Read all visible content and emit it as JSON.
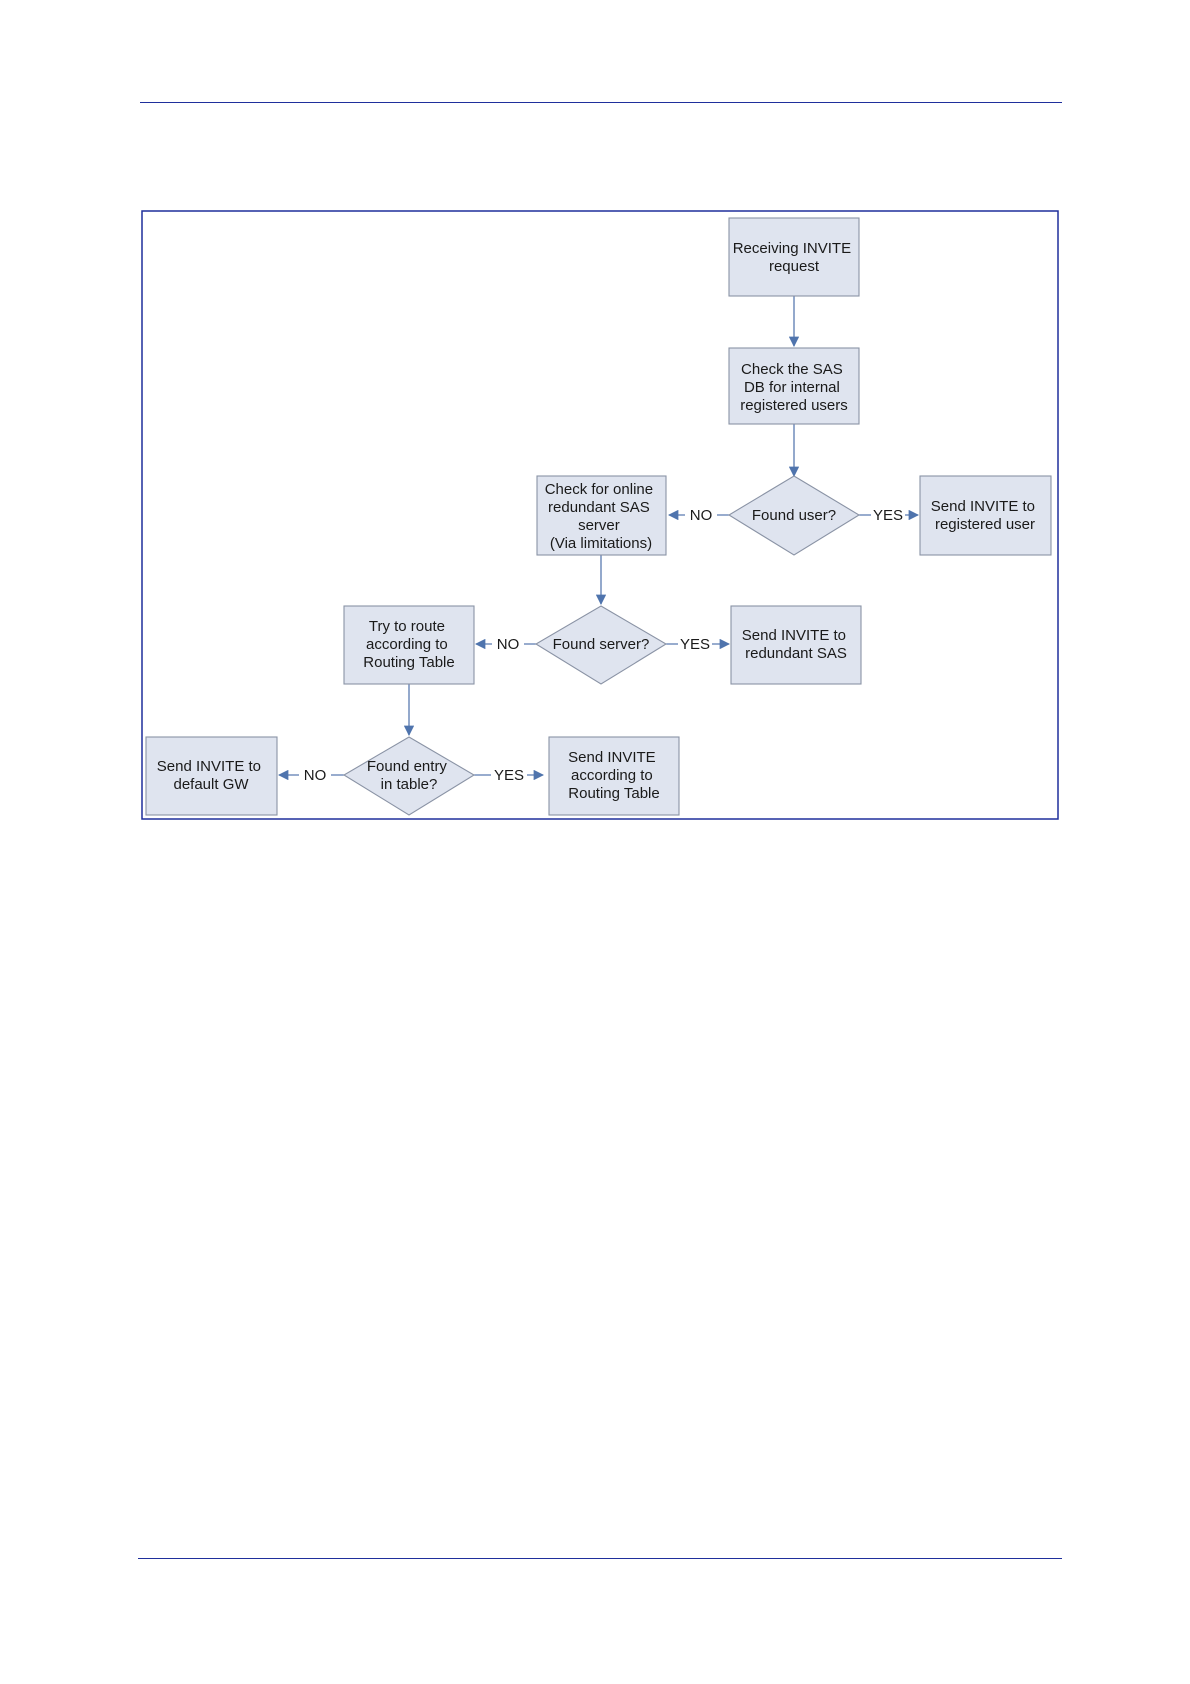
{
  "diagram": {
    "nodes": {
      "receive_invite": [
        "Receiving INVITE",
        "request"
      ],
      "check_sas_db": [
        "Check the SAS",
        "DB for internal",
        "registered users"
      ],
      "found_user": [
        "Found user?"
      ],
      "send_registered_user": [
        "Send INVITE to",
        "registered user"
      ],
      "check_redundant_sas": [
        "Check for online",
        "redundant SAS",
        "server",
        "(Via limitations)"
      ],
      "found_server": [
        "Found server?"
      ],
      "send_redundant_sas": [
        "Send INVITE to",
        "redundant SAS"
      ],
      "try_routing_table": [
        "Try to route",
        "according to",
        "Routing Table"
      ],
      "found_entry": [
        "Found entry",
        "in table?"
      ],
      "send_routing_table": [
        "Send INVITE",
        "according to",
        "Routing Table"
      ],
      "send_default_gw": [
        "Send INVITE to",
        "default GW"
      ]
    },
    "edge_labels": {
      "yes": "YES",
      "no": "NO"
    },
    "colors": {
      "rule": "#1f2f9c",
      "frame": "#1f2f9c",
      "node_fill": "#dfe4ef",
      "node_stroke": "#8a93a5",
      "edge": "#5b7bb0"
    }
  }
}
